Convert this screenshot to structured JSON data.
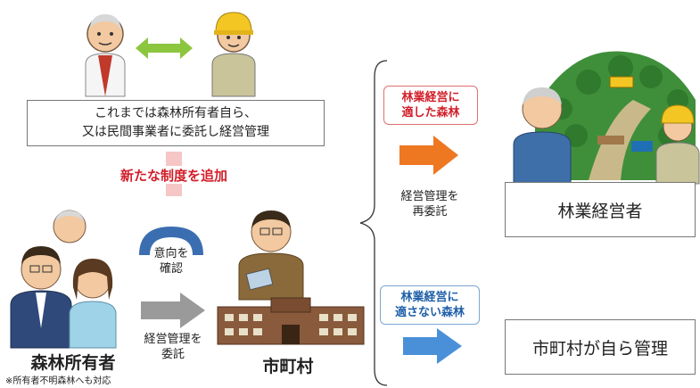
{
  "top_box": {
    "line1": "これまでは森林所有者自ら、",
    "line2": "又は民間事業者に委託し経営管理"
  },
  "new_system": "新たな制度を追加",
  "intention": {
    "line1": "意向を",
    "line2": "確認"
  },
  "entrust": {
    "line1": "経営管理を",
    "line2": "委託"
  },
  "owner_label": "森林所有者",
  "owner_note": "※所有者不明森林へも対応",
  "municipality_label": "市町村",
  "suitable": {
    "line1": "林業経営に",
    "line2": "適した森林"
  },
  "reentrust": {
    "line1": "経営管理を",
    "line2": "再委託"
  },
  "forestry_operator": "林業経営者",
  "unsuitable": {
    "line1": "林業経営に",
    "line2": "適さない森林"
  },
  "self_manage": "市町村が自ら管理",
  "colors": {
    "green_arrow": "#8cc63f",
    "orange_arrow": "#ee7722",
    "gray_arrow": "#9a9a9a",
    "blue_arrow": "#4a90d9",
    "red_text": "#d21f2a",
    "blue_text": "#1f5fa8"
  },
  "icons": [
    "owner-elder-icon",
    "worker-helmet-icon",
    "forest-landscape-icon",
    "municipal-office-icon",
    "official-icon",
    "family-icon"
  ]
}
